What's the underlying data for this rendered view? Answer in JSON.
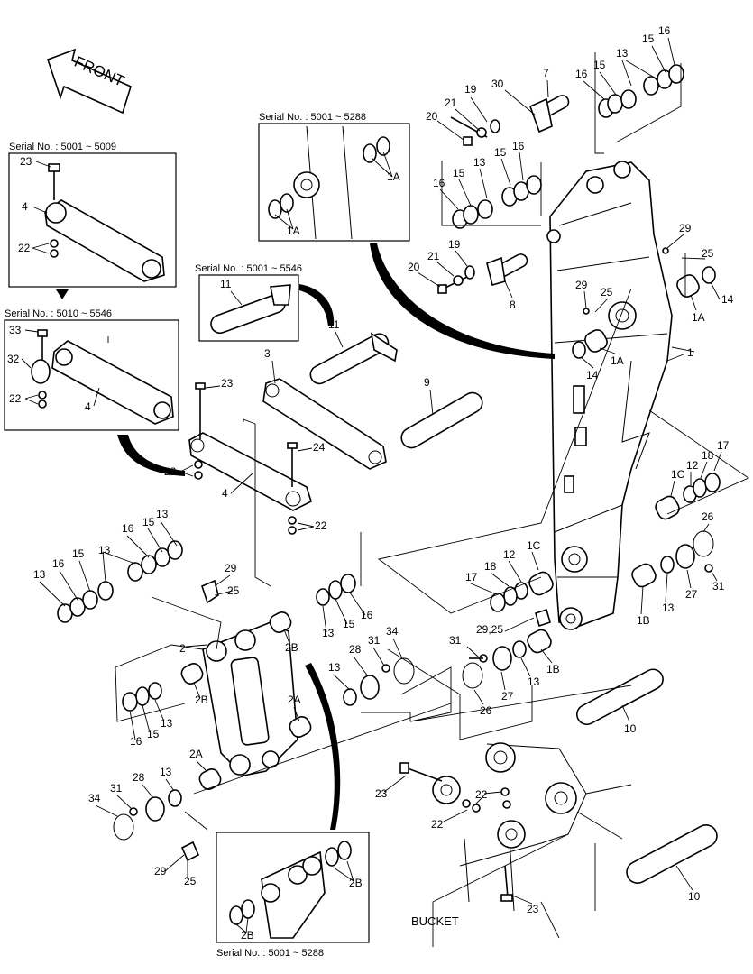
{
  "direction_label": "FRONT",
  "bucket_label": "BUCKET",
  "insets": {
    "serial_5001_5009": "Serial No. : 5001 ~ 5009",
    "serial_5010_5546": "Serial No. : 5010 ~ 5546",
    "serial_5001_5546": "Serial No. : 5001 ~ 5546",
    "serial_5001_5288_top": "Serial No. : 5001 ~ 5288",
    "serial_5001_5288_bottom": "Serial No. : 5001 ~ 5288"
  },
  "callouts": [
    "1",
    "1A",
    "1B",
    "1C",
    "2",
    "2A",
    "2B",
    "3",
    "4",
    "7",
    "8",
    "9",
    "10",
    "11",
    "12",
    "13",
    "14",
    "15",
    "16",
    "17",
    "18",
    "19",
    "20",
    "21",
    "22",
    "23",
    "24",
    "25",
    "26",
    "27",
    "28",
    "29",
    "29,25",
    "30",
    "31",
    "32",
    "33",
    "34"
  ]
}
